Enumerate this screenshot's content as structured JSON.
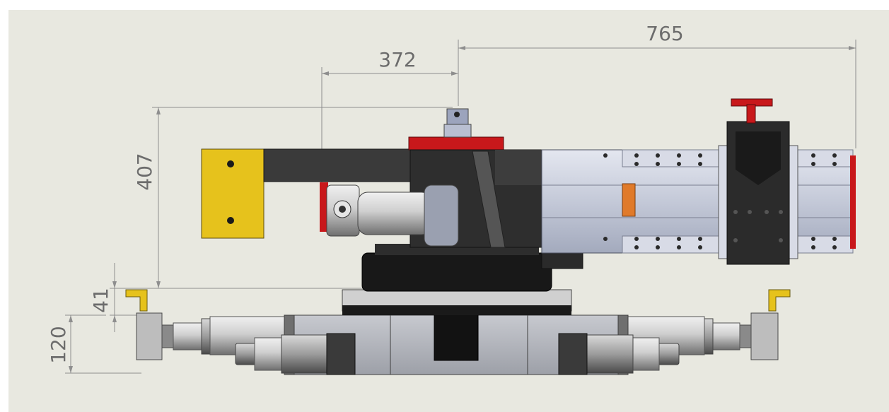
{
  "drawing": {
    "dimensions": {
      "overall_length": "765",
      "offset": "372",
      "height": "407",
      "gap": "41",
      "base_height": "120"
    },
    "colors": {
      "background": "#e8e8e0",
      "dimension_line": "#8e8e8e",
      "dark_steel": "#3a3a3a",
      "black": "#101010",
      "yellow": "#e6c21c",
      "red": "#c8181b",
      "light_steel": "#c9cdd9",
      "silver": "#b4b4b4",
      "orange": "#e07a2a"
    }
  }
}
